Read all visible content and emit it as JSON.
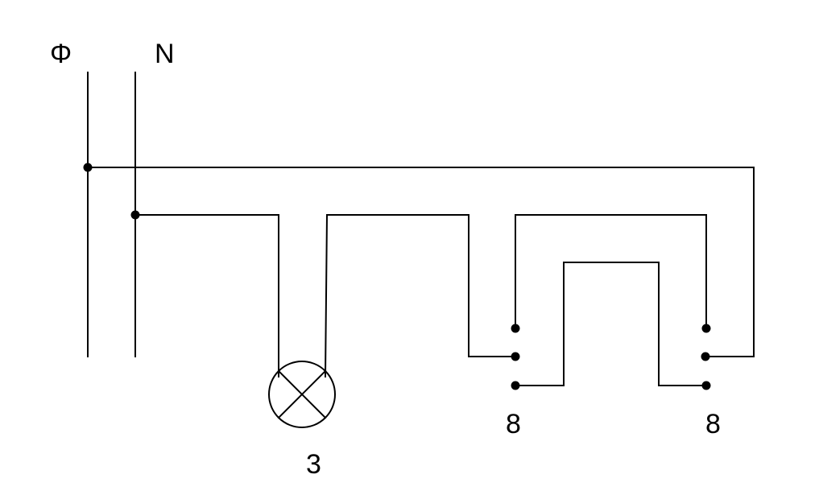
{
  "labels": {
    "phase": "Φ",
    "neutral": "N",
    "lamp": "3",
    "switch_left": "8",
    "switch_right": "8"
  },
  "colors": {
    "line": "#000000",
    "background": "#ffffff"
  }
}
